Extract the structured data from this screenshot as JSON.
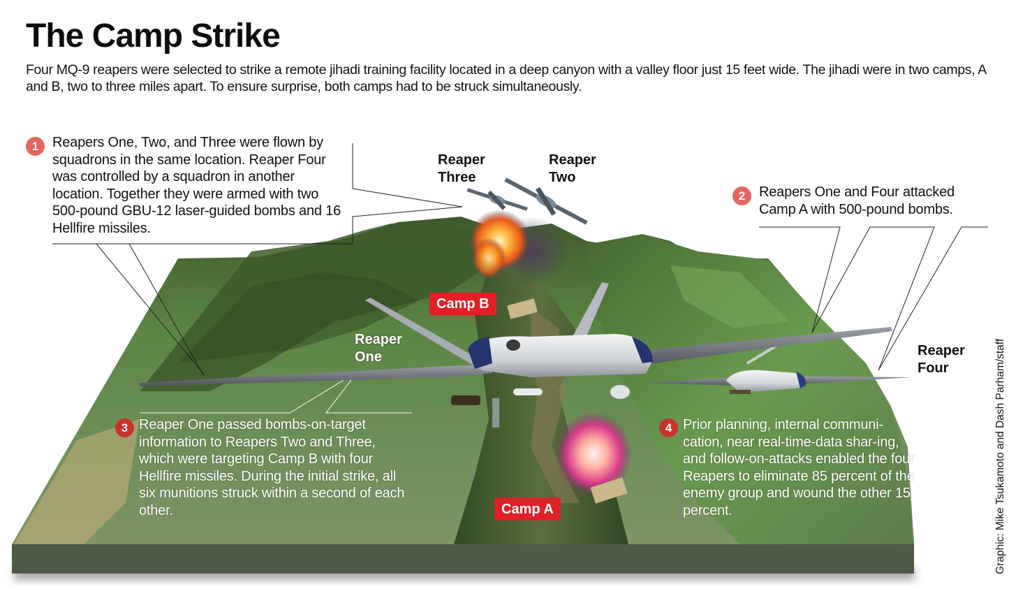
{
  "header": {
    "title": "The Camp Strike",
    "subtitle": "Four MQ-9 reapers were selected to strike a remote jihadi training facility located in a deep canyon with a valley floor just 15 feet wide. The jihadi were in two camps, A and B, two to three miles apart. To ensure surprise, both camps had to be struck simultaneously."
  },
  "callouts": [
    {
      "number": "1",
      "text": "Reapers One, Two, and Three were flown by squadrons in the same location. Reaper Four was controlled by a squadron in another location. Together they were armed with two 500-pound GBU-12 laser-guided bombs and 16 Hellfire missiles."
    },
    {
      "number": "2",
      "text": "Reapers One and Four attacked Camp A with 500-pound bombs."
    },
    {
      "number": "3",
      "text": "Reaper One passed bombs-on-target information to Reapers Two and Three, which were targeting Camp B with four Hellfire missiles. During the initial strike, all six munitions struck within a second of each other."
    },
    {
      "number": "4",
      "text": "Prior planning, internal communi-cation, near real-time-data shar-ing, and follow-on-attacks enabled the four Reapers to eliminate 85 percent of the enemy group and wound the other 15 percent."
    }
  ],
  "drones": {
    "one": {
      "line1": "Reaper",
      "line2": "One"
    },
    "two": {
      "line1": "Reaper",
      "line2": "Two"
    },
    "three": {
      "line1": "Reaper",
      "line2": "Three"
    },
    "four": {
      "line1": "Reaper",
      "line2": "Four"
    }
  },
  "camps": {
    "a": "Camp A",
    "b": "Camp B"
  },
  "credit": "Graphic: Mike Tsukamoto and Dash Parham/staff",
  "colors": {
    "badge_light": "#e5655f",
    "badge_dark": "#c8322a",
    "camp_tag": "#e21f26",
    "terrain_base": "#4d5a45",
    "terrain_green": "#5f8a4a"
  }
}
